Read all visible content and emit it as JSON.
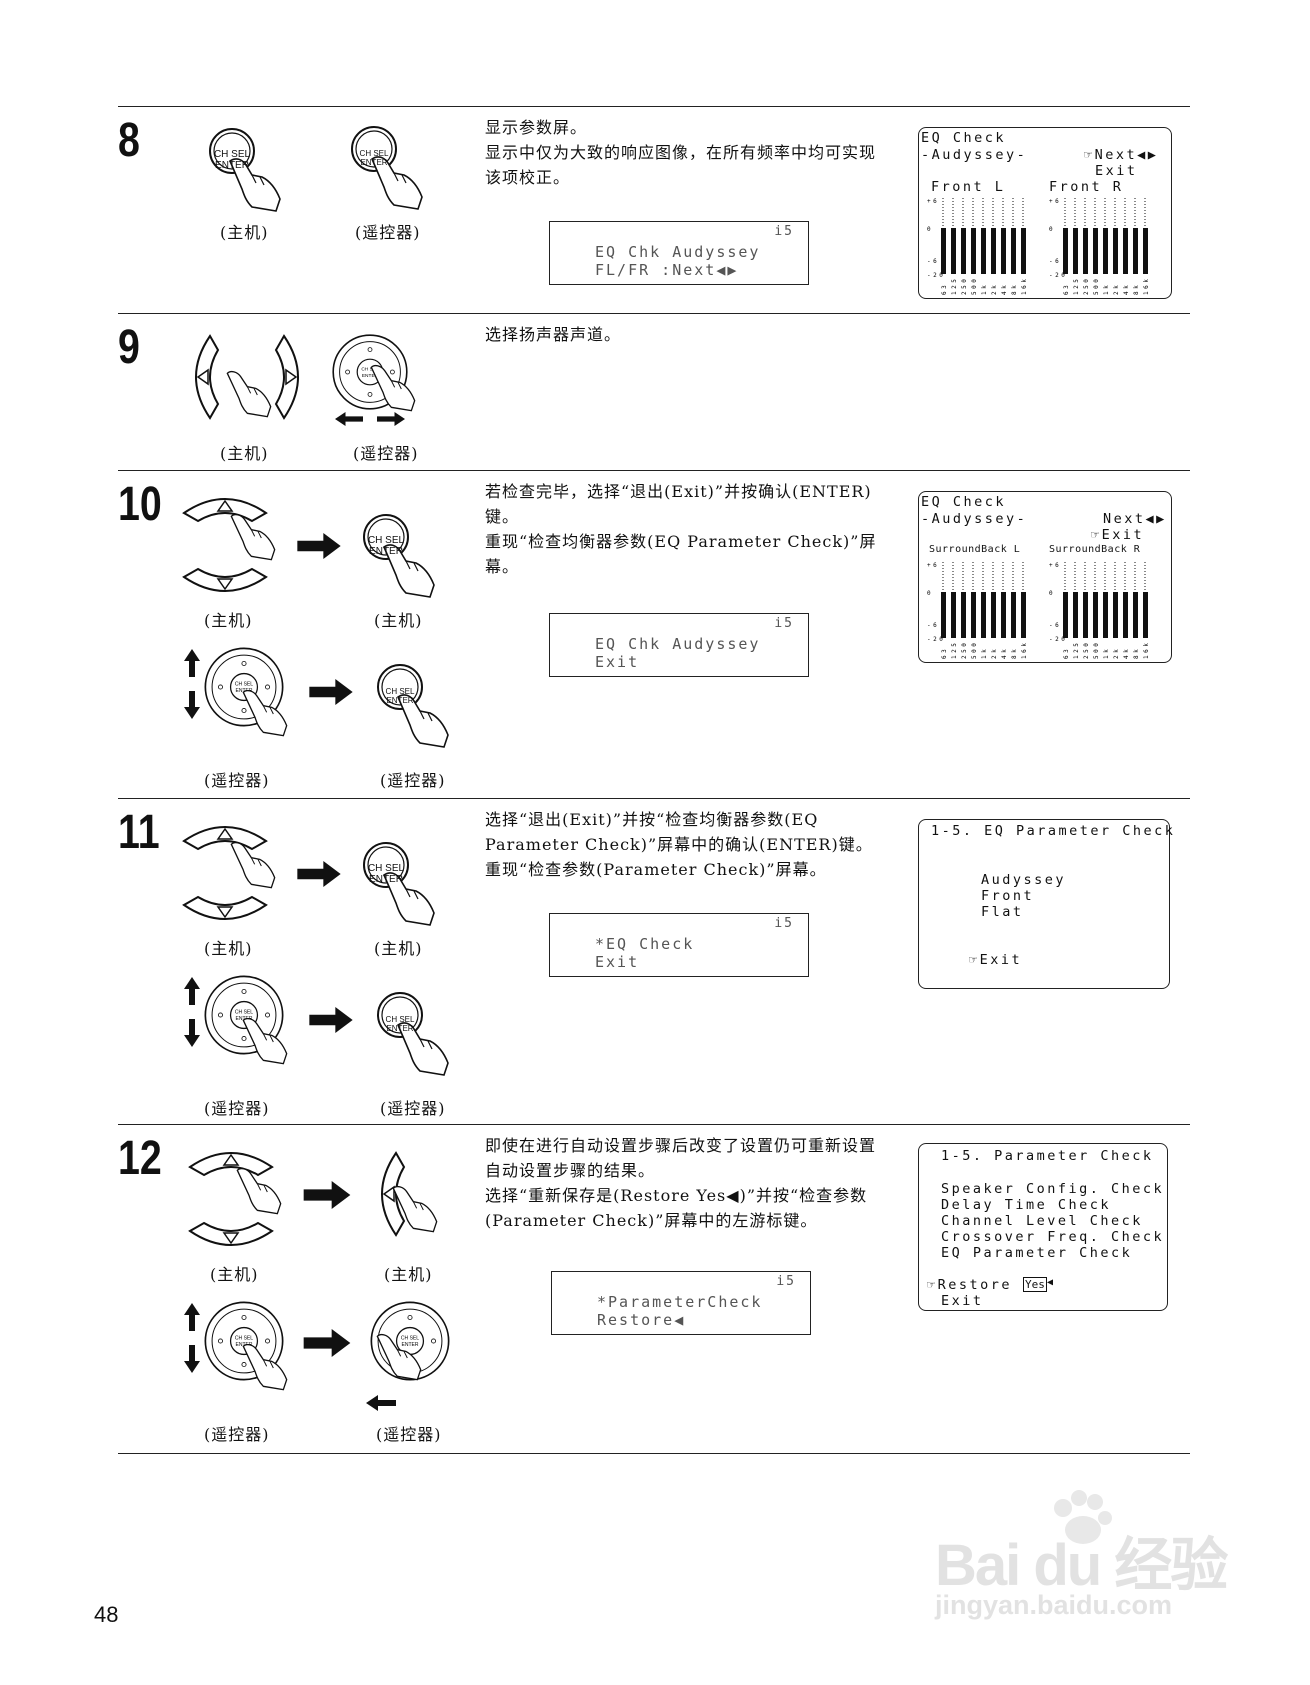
{
  "page_number": "48",
  "captions": {
    "main_unit": "(主机)",
    "remote": "(遥控器)"
  },
  "button_labels": {
    "line1": "CH SEL",
    "line2": "ENTER"
  },
  "steps": [
    {
      "number": "8",
      "desc": [
        "显示参数屏。",
        "显示中仅为大致的响应图像，在所有频率中均可实现该项校正。"
      ],
      "lcd": {
        "signal": "i5",
        "line1": "EQ Chk Audyssey",
        "line2": "FL/FR    :Next◀▶"
      },
      "osd": {
        "l1": "EQ Check",
        "l2": "-Audyssey-",
        "nav1": "☞Next◀▶",
        "nav2": "Exit",
        "g1": "Front L",
        "g2": "Front R"
      }
    },
    {
      "number": "9",
      "desc": [
        "选择扬声器声道。"
      ]
    },
    {
      "number": "10",
      "desc": [
        "若检查完毕，选择“退出(Exit)”并按确认(ENTER)键。",
        "重现“检查均衡器参数(EQ Parameter Check)”屏幕。"
      ],
      "lcd": {
        "signal": "i5",
        "line1": "EQ Chk Audyssey",
        "line2": "Exit"
      },
      "osd": {
        "l1": "EQ Check",
        "l2": "-Audyssey-",
        "nav1": "Next◀▶",
        "nav2": "☞Exit",
        "g1": "SurroundBack L",
        "g2": "SurroundBack R"
      }
    },
    {
      "number": "11",
      "desc": [
        "选择“退出(Exit)”并按“检查均衡器参数(EQ Parameter Check)”屏幕中的确认(ENTER)键。",
        "重现“检查参数(Parameter Check)”屏幕。"
      ],
      "lcd": {
        "signal": "i5",
        "line1": "*EQ Check",
        "line2": "Exit"
      },
      "osd": {
        "title": "1-5. EQ Parameter Check",
        "items": [
          "Audyssey",
          "Front",
          "Flat"
        ],
        "exit": "☞Exit"
      }
    },
    {
      "number": "12",
      "desc": [
        "即使在进行自动设置步骤后改变了设置仍可重新设置自动设置步骤的结果。",
        "选择“重新保存是(Restore  Yes◀)”并按“检查参数(Parameter Check)”屏幕中的左游标键。"
      ],
      "lcd": {
        "signal": "i5",
        "line1": "*ParameterCheck",
        "line2": "Restore◀"
      },
      "osd": {
        "title": "1-5. Parameter Check",
        "items": [
          "Speaker Config. Check",
          "Delay Time Check",
          "Channel Level Check",
          "Crossover Freq. Check",
          "EQ Parameter Check"
        ],
        "restore": "☞Restore",
        "yes": "Yes",
        "exit": "Exit"
      }
    }
  ],
  "eq_graph": {
    "y_ticks": [
      "+6",
      "0",
      "-6",
      "-20"
    ],
    "bands": [
      "63",
      "125",
      "250",
      "500",
      "1k",
      "2k",
      "4k",
      "8k",
      "16k"
    ]
  },
  "watermark": {
    "line1": "Bai du 经验",
    "line2": "jingyan.baidu.com"
  }
}
